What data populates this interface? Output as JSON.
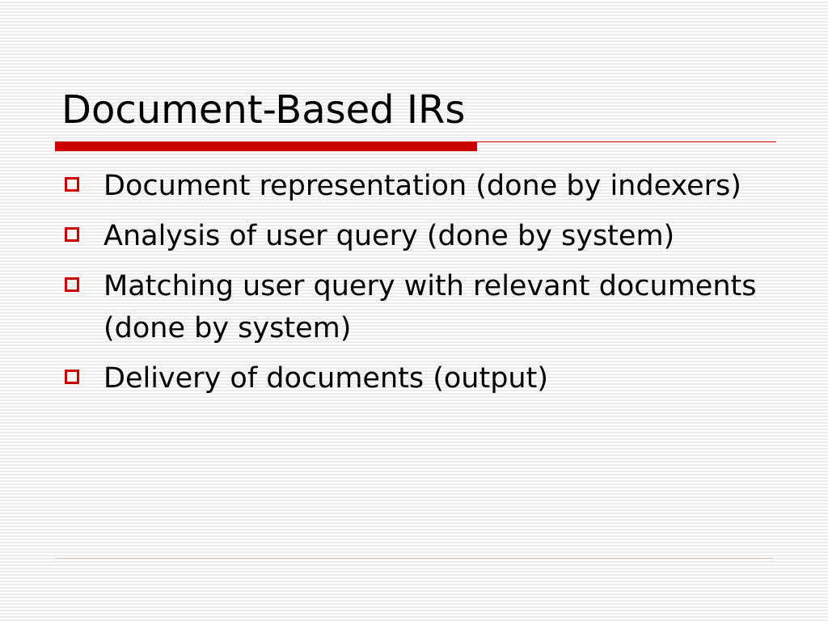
{
  "slide": {
    "title": "Document-Based IRs",
    "accent_color": "#cc0000",
    "bullet_icon": "hollow-square-icon",
    "bullets": [
      "Document representation (done by indexers)",
      "Analysis of user query (done by system)",
      "Matching user query with relevant documents (done by system)",
      "Delivery of documents (output)"
    ]
  }
}
